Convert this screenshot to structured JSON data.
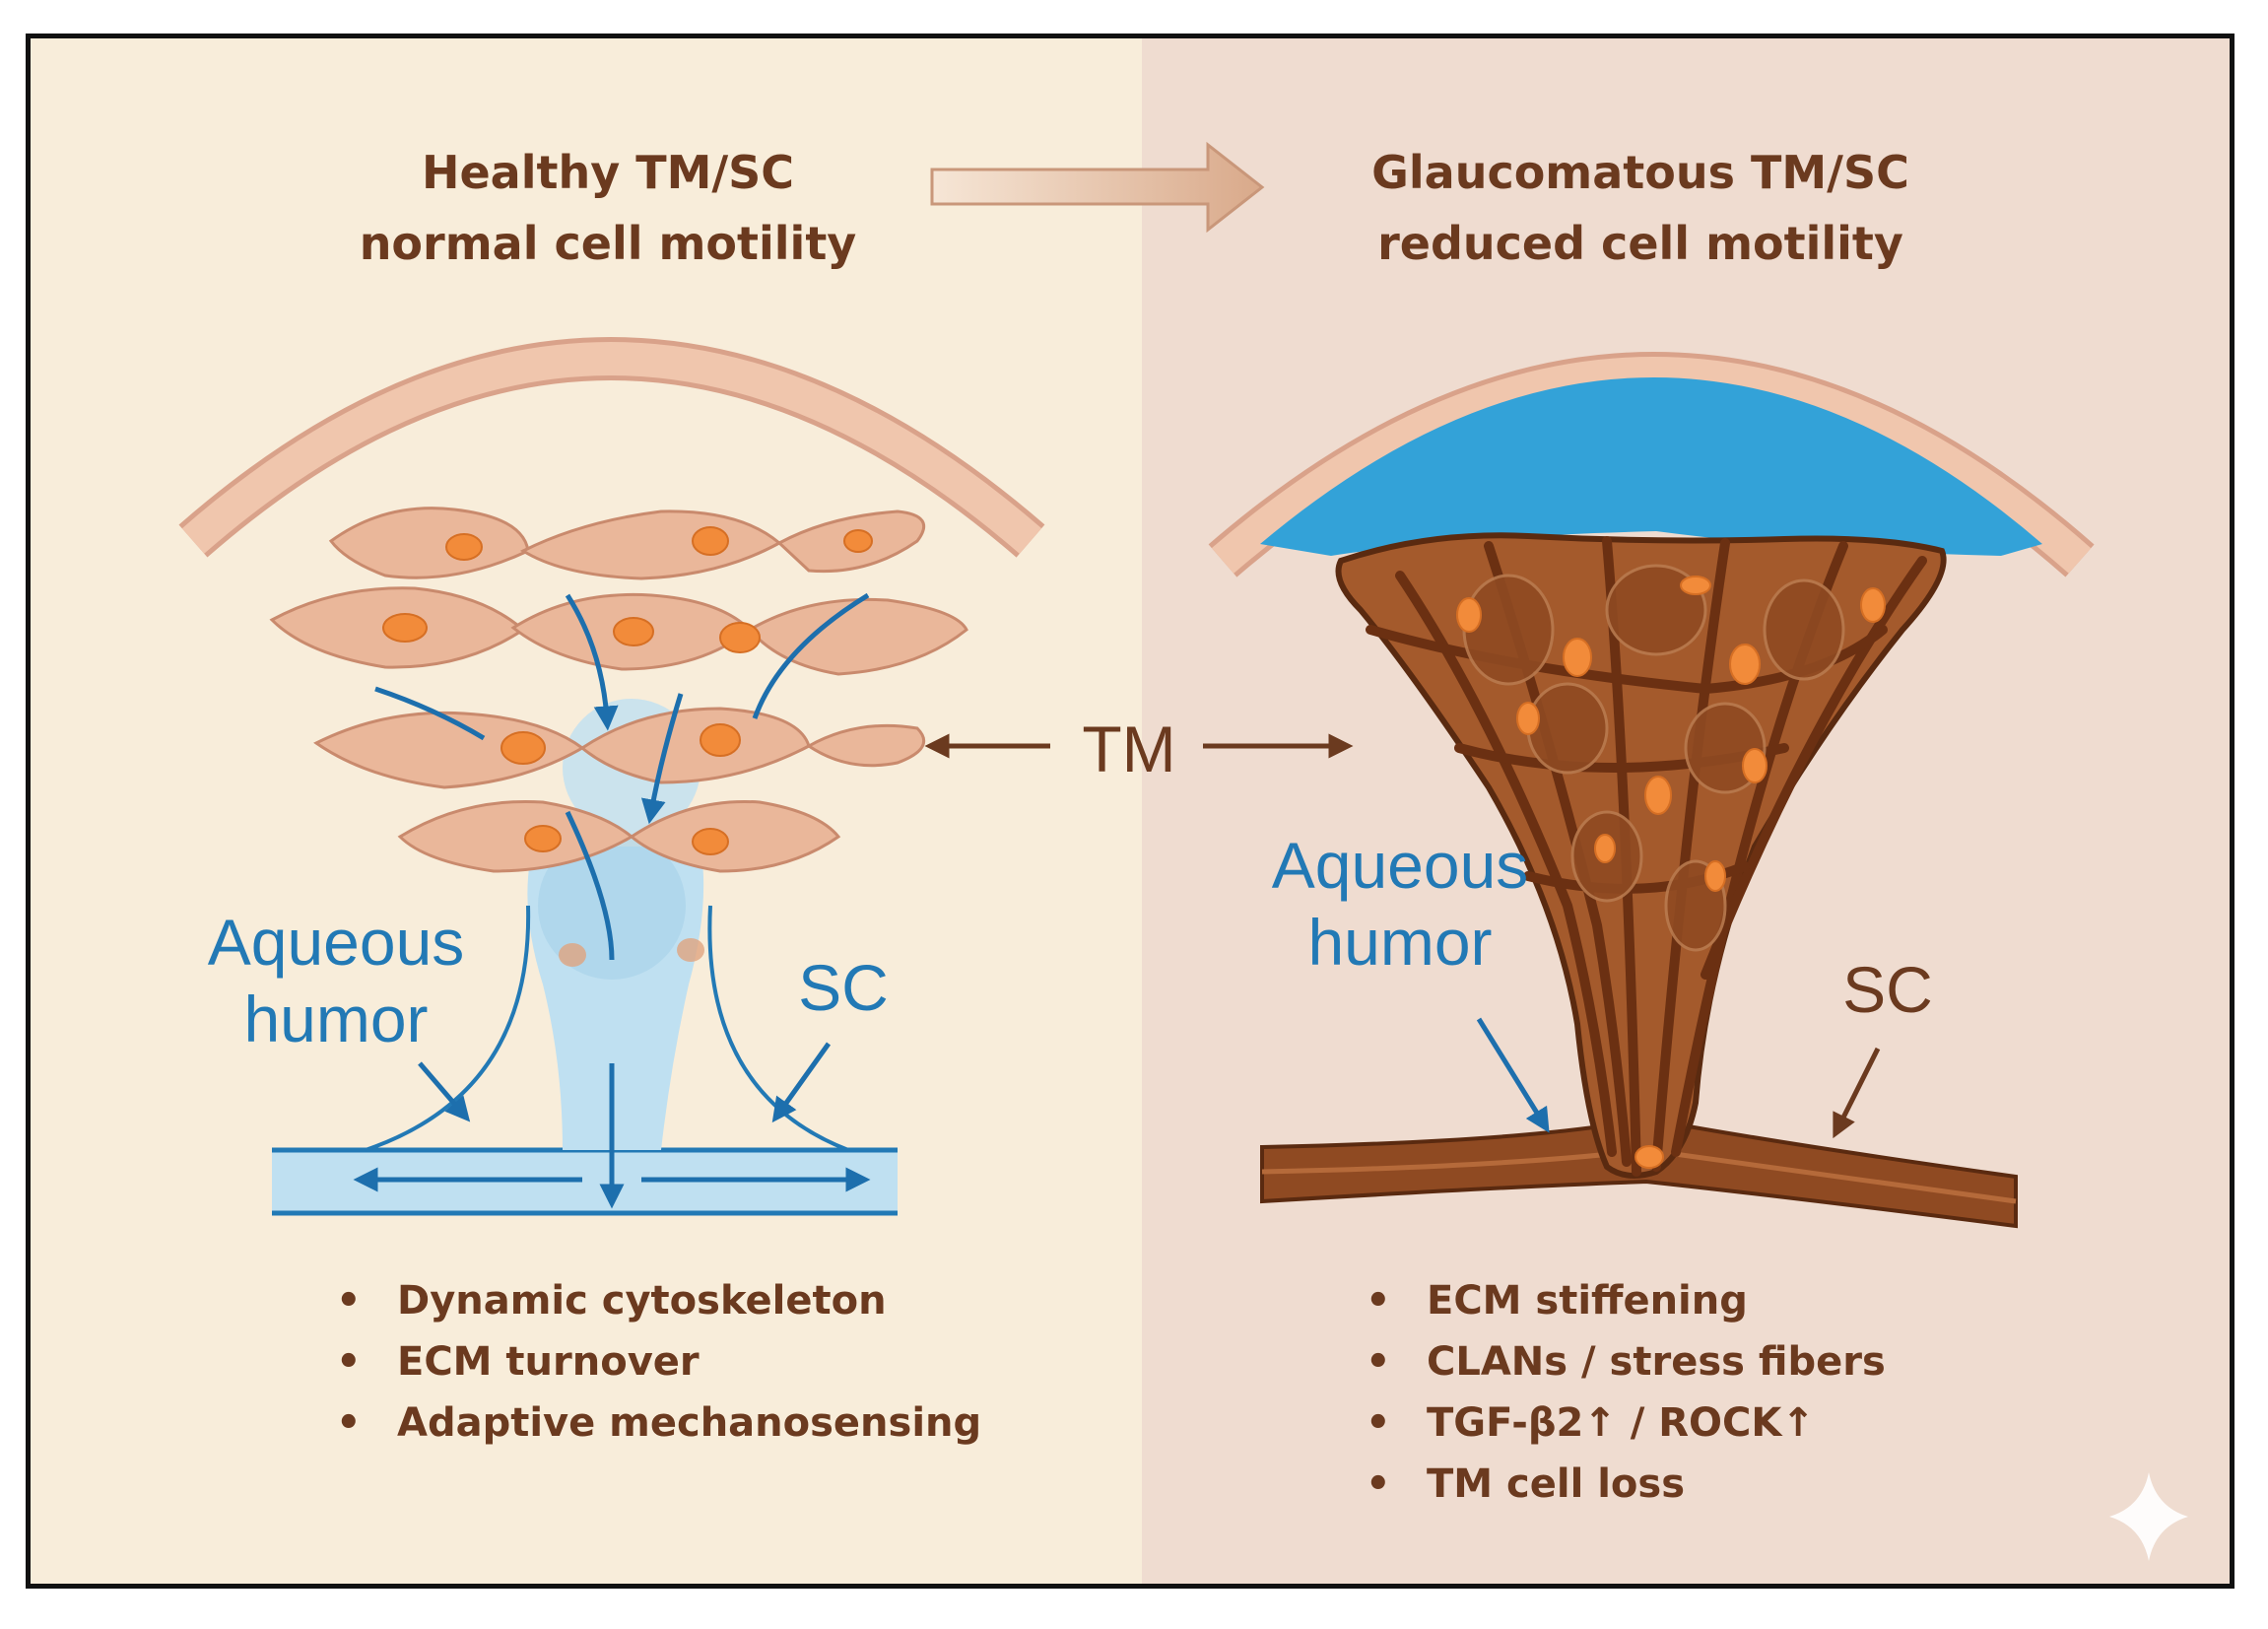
{
  "left_panel": {
    "title_line1": "Healthy TM/SC",
    "title_line2": "normal cell motility",
    "label_aqueous_line1": "Aqueous",
    "label_aqueous_line2": "humor",
    "label_sc": "SC",
    "bullets": [
      "Dynamic cytoskeleton",
      "ECM turnover",
      "Adaptive mechanosensing"
    ]
  },
  "right_panel": {
    "title_line1": "Glaucomatous TM/SC",
    "title_line2": "reduced cell motility",
    "label_aqueous_line1": "Aqueous",
    "label_aqueous_line2": "humor",
    "label_sc": "SC",
    "bullets": [
      "ECM stiffening",
      "CLANs / stress fibers",
      "TGF-β2↑ / ROCK↑",
      "TM cell loss"
    ]
  },
  "center_label": "TM",
  "colors": {
    "left_background": "#f8edda",
    "right_background": "#efdcd0",
    "text_brown": "#6b3a1f",
    "flow_blue": "#2279b5",
    "cell_fill": "#eab79a",
    "nucleus": "#f28b3a",
    "fibrotic_brown": "#8f4a22",
    "aqueous_blue": "#33a2d8"
  },
  "icons": [
    "transition-arrow-icon",
    "sparkle-icon"
  ]
}
